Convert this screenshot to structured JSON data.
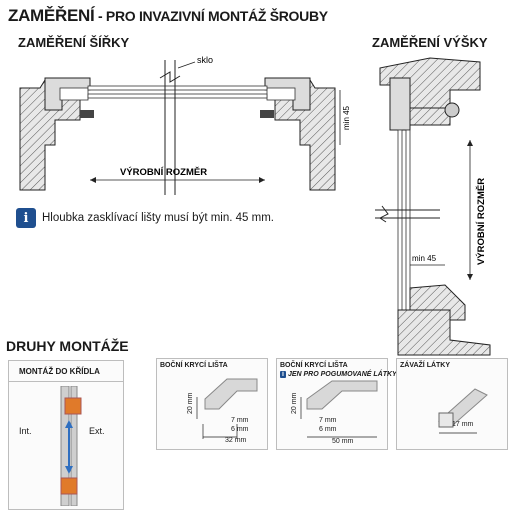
{
  "title": {
    "main": "ZAMĚŘENÍ",
    "sub": " - PRO INVAZIVNÍ MONTÁŽ ŠROUBY"
  },
  "width_section": {
    "title": "ZAMĚŘENÍ ŠÍŘKY",
    "glass_label": "sklo",
    "dim_label": "VÝROBNÍ ROZMĚR",
    "min_label": "min 45"
  },
  "height_section": {
    "title": "ZAMĚŘENÍ VÝŠKY",
    "dim_label": "VÝROBNÍ ROZMĚR",
    "min_label": "min 45"
  },
  "info": {
    "icon": "i",
    "text": "Hloubka zasklívací lišty musí být min. 45 mm."
  },
  "mount_types": {
    "title": "DRUHY MONTÁŽE",
    "sash": {
      "title": "MONTÁŽ DO KŘÍDLA",
      "int_label": "Int.",
      "ext_label": "Ext."
    },
    "side_strip_1": {
      "title": "BOČNÍ KRYCÍ LIŠTA",
      "height": "20 mm",
      "d7": "7 mm",
      "d6": "6 mm",
      "width": "32 mm"
    },
    "side_strip_2": {
      "title": "BOČNÍ KRYCÍ LIŠTA",
      "note_icon": "i",
      "note": "JEN PRO POGUMOVANÉ LÁTKY",
      "height": "20 mm",
      "d7": "7 mm",
      "d6": "6 mm",
      "width": "50 mm"
    },
    "hanging_strip": {
      "title": "ZÁVAŽÍ LÁTKY",
      "width": "17 mm"
    }
  },
  "colors": {
    "accent_blue": "#1f4f8f",
    "mount_orange": "#e07a2a",
    "mount_blue_arrow": "#2f6fc0",
    "panel_grey": "#bdbdbd"
  }
}
